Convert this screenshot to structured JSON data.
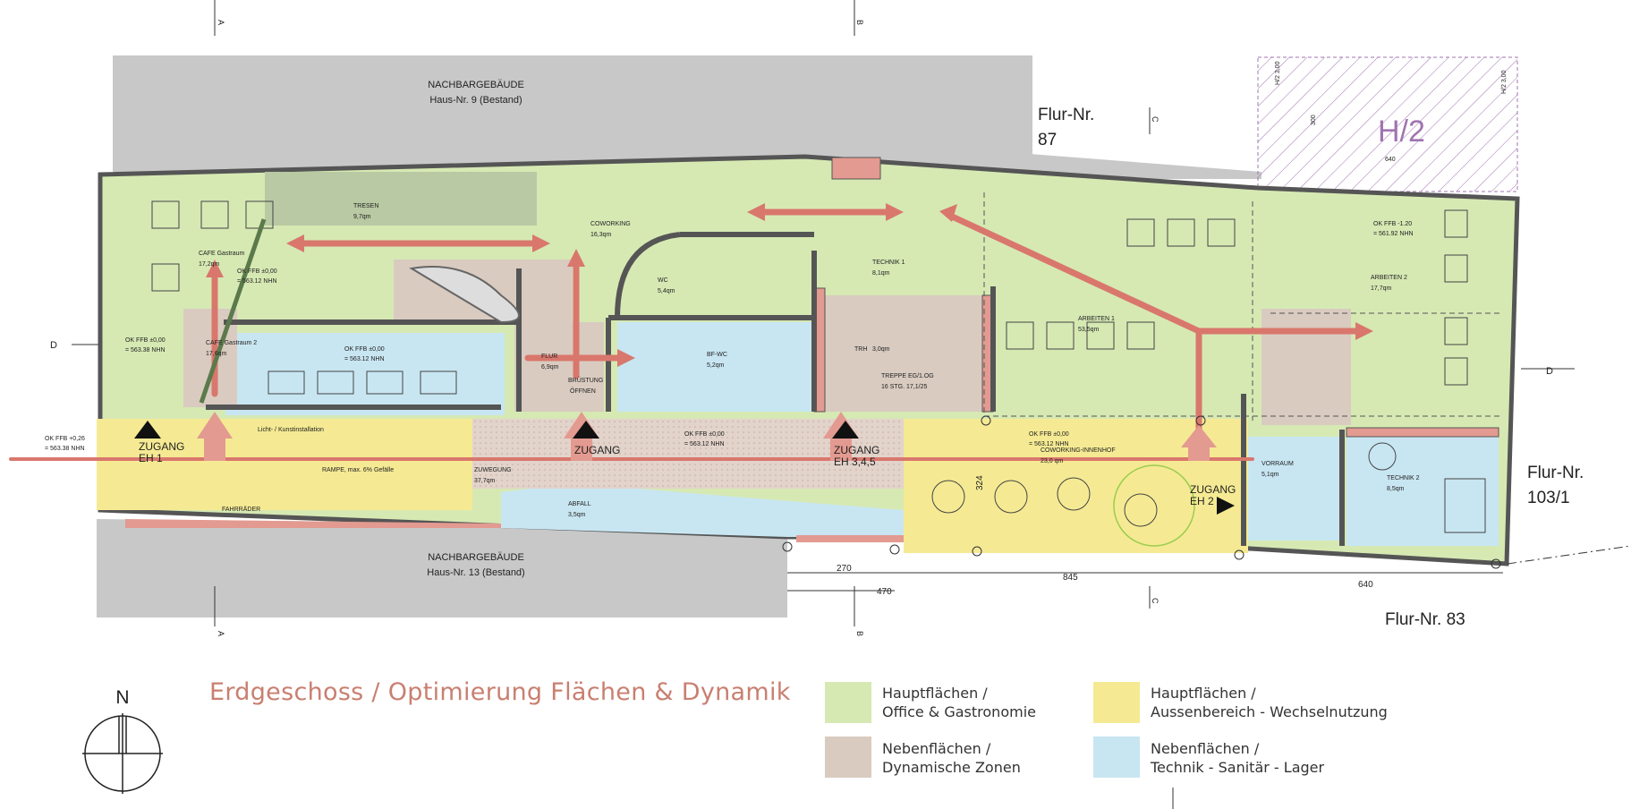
{
  "title": "Erdgeschoss / Optimierung Flächen & Dynamik",
  "north": "N",
  "colors": {
    "haupt_office": "#d6e9b3",
    "neben_dynamisch": "#d9cbc0",
    "haupt_aussen": "#f5ea93",
    "neben_technik": "#c8e6f2",
    "arrow": "#d9776d",
    "title": "#c97f70",
    "neighbor": "#c8c8c8",
    "wall": "#555555"
  },
  "legend": [
    {
      "line1": "Hauptflächen /",
      "line2": "Office & Gastronomie"
    },
    {
      "line1": "Nebenflächen /",
      "line2": "Dynamische Zonen"
    },
    {
      "line1": "Hauptflächen /",
      "line2": "Aussenbereich - Wechselnutzung"
    },
    {
      "line1": "Nebenflächen /",
      "line2": "Technik - Sanitär - Lager"
    }
  ],
  "plots": {
    "top_right_1": "Flur-Nr.",
    "top_right_2": "87",
    "right_1": "Flur-Nr.",
    "right_2": "103/1",
    "bottom_right": "Flur-Nr. 83"
  },
  "neighbors": {
    "top_1": "NACHBARGEBÄUDE",
    "top_2": "Haus-Nr. 9 (Bestand)",
    "bottom_1": "NACHBARGEBÄUDE",
    "bottom_2": "Haus-Nr. 13 (Bestand)"
  },
  "hatch": {
    "label": "H/2",
    "dim_w": "640",
    "dim_h": "300",
    "left_tag": "H/2 3,00",
    "right_tag": "H/2 3,00"
  },
  "sections": {
    "a": "A",
    "b": "B",
    "c": "C",
    "d": "D"
  },
  "rooms": [
    {
      "name": "TRESEN",
      "area": "9,7qm"
    },
    {
      "name": "CAFE Gastraum",
      "area": "17,2qm"
    },
    {
      "name": "COWORKING",
      "area": "16,3qm"
    },
    {
      "name": "WC",
      "area": "5,4qm"
    },
    {
      "name": "TECHNIK 1",
      "area": "8,1qm"
    },
    {
      "name": "ARBEITEN 1",
      "area": "53,5qm"
    },
    {
      "name": "ARBEITEN 2",
      "area": "17,7qm"
    },
    {
      "name": "CAFE Gastraum 2",
      "area": "17,6qm"
    },
    {
      "name": "FLUR",
      "area": "6,9qm"
    },
    {
      "name": "BF-WC",
      "area": "5,2qm"
    },
    {
      "name": "TRH",
      "area": "3,0qm"
    },
    {
      "name": "VORRAUM",
      "area": "5,1qm"
    },
    {
      "name": "TECHNIK 2",
      "area": "8,5qm"
    },
    {
      "name": "ZUWEGUNG",
      "area": "37,7qm"
    },
    {
      "name": "ABFALL",
      "area": "3,5qm"
    },
    {
      "name": "COWORKING-INNENHOF",
      "area": "23,0 qm"
    }
  ],
  "levels": {
    "cafe": "OK FFB ±0,00",
    "cafe_nhn": "= 563.12 NHN",
    "entry": "OK FFB ±0,00",
    "entry_nhn": "= 563.38 NHN",
    "mid": "OK FFB ±0,00",
    "mid_nhn": "= 563.12 NHN",
    "street": "OK FFB +0,26",
    "street_nhn": "= 563.38 NHN",
    "zuw": "OK FFB ±0,00",
    "zuw_nhn": "= 563.12 NHN",
    "innenhof": "OK FFB ±0,00",
    "innenhof_nhn": "= 563.12 NHN",
    "arb2": "OK FFB -1.20",
    "arb2_nhn": "= 561.92 NHN"
  },
  "entries": {
    "z1": "ZUGANG",
    "z1b": "EH 1",
    "z2": "ZUGANG",
    "z3": "ZUGANG",
    "z3b": "EH 3,4,5",
    "z4": "ZUGANG",
    "z4b": "EH 2"
  },
  "notes": {
    "licht": "Licht- / Kunstinstallation",
    "rampe": "RAMPE, max. 6% Gefälle",
    "fahrraeder": "FAHRRÄDER",
    "bruestung": "BRÜSTUNG",
    "oeffnen": "ÖFFNEN",
    "treppe": "TREPPE EG/1.OG",
    "treppe2": "16 STG. 17,1/25"
  },
  "dims": {
    "d270": "270",
    "d470": "470",
    "d845": "845",
    "d640": "640",
    "d324": "324"
  }
}
